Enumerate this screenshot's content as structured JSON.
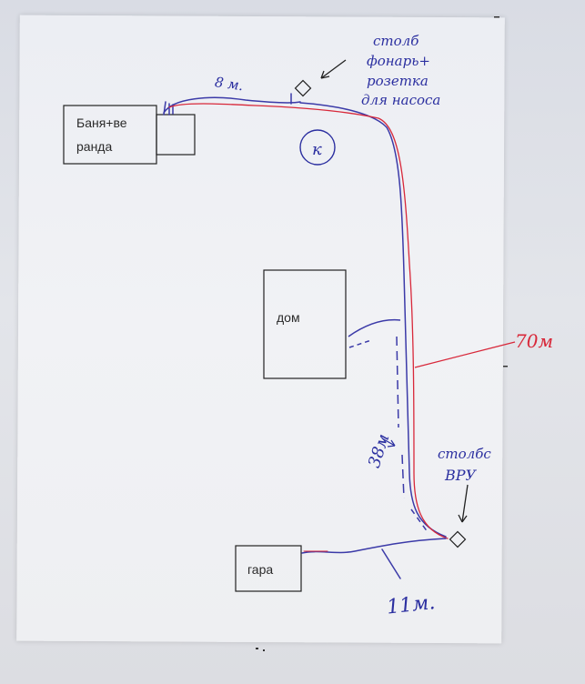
{
  "buildings": {
    "banya_line1": "Баня+ве",
    "banya_line2": "ранда",
    "dom": "дом",
    "gara": "гара",
    "well": "к"
  },
  "annotations": {
    "post_top": [
      "столб",
      "фонарь+",
      "розетка",
      "для насоса"
    ],
    "dist_8": "8 м.",
    "dist_70": "70м",
    "dist_38": "38м",
    "post_bottom": [
      "столбс",
      "ВРУ"
    ],
    "dist_11": "11м."
  },
  "colors": {
    "paper": "#eef0f4",
    "ink_blue": "#3b3aa8",
    "ink_red": "#d8283a",
    "outline": "#222222"
  }
}
